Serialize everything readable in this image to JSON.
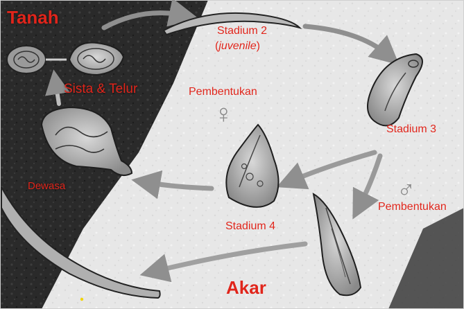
{
  "labels": {
    "soil": "Tanah",
    "root": "Akar",
    "cyst_eggs": "Sista & Telur",
    "adult": "Dewasa",
    "stage2": "Stadium 2",
    "juvenile": "juvenile",
    "stage3": "Stadium 3",
    "stage4": "Stadium 4",
    "female_formation": "Pembentukan",
    "male_formation": "Pembentukan",
    "female_symbol": "♀",
    "male_symbol": "♂"
  },
  "colors": {
    "label_red": "#e0251b",
    "soil_dark": "#2b2b2b",
    "root_light": "#e9e9e9",
    "arrow": "#8f8f8f",
    "symbol": "#8a8a8a"
  }
}
